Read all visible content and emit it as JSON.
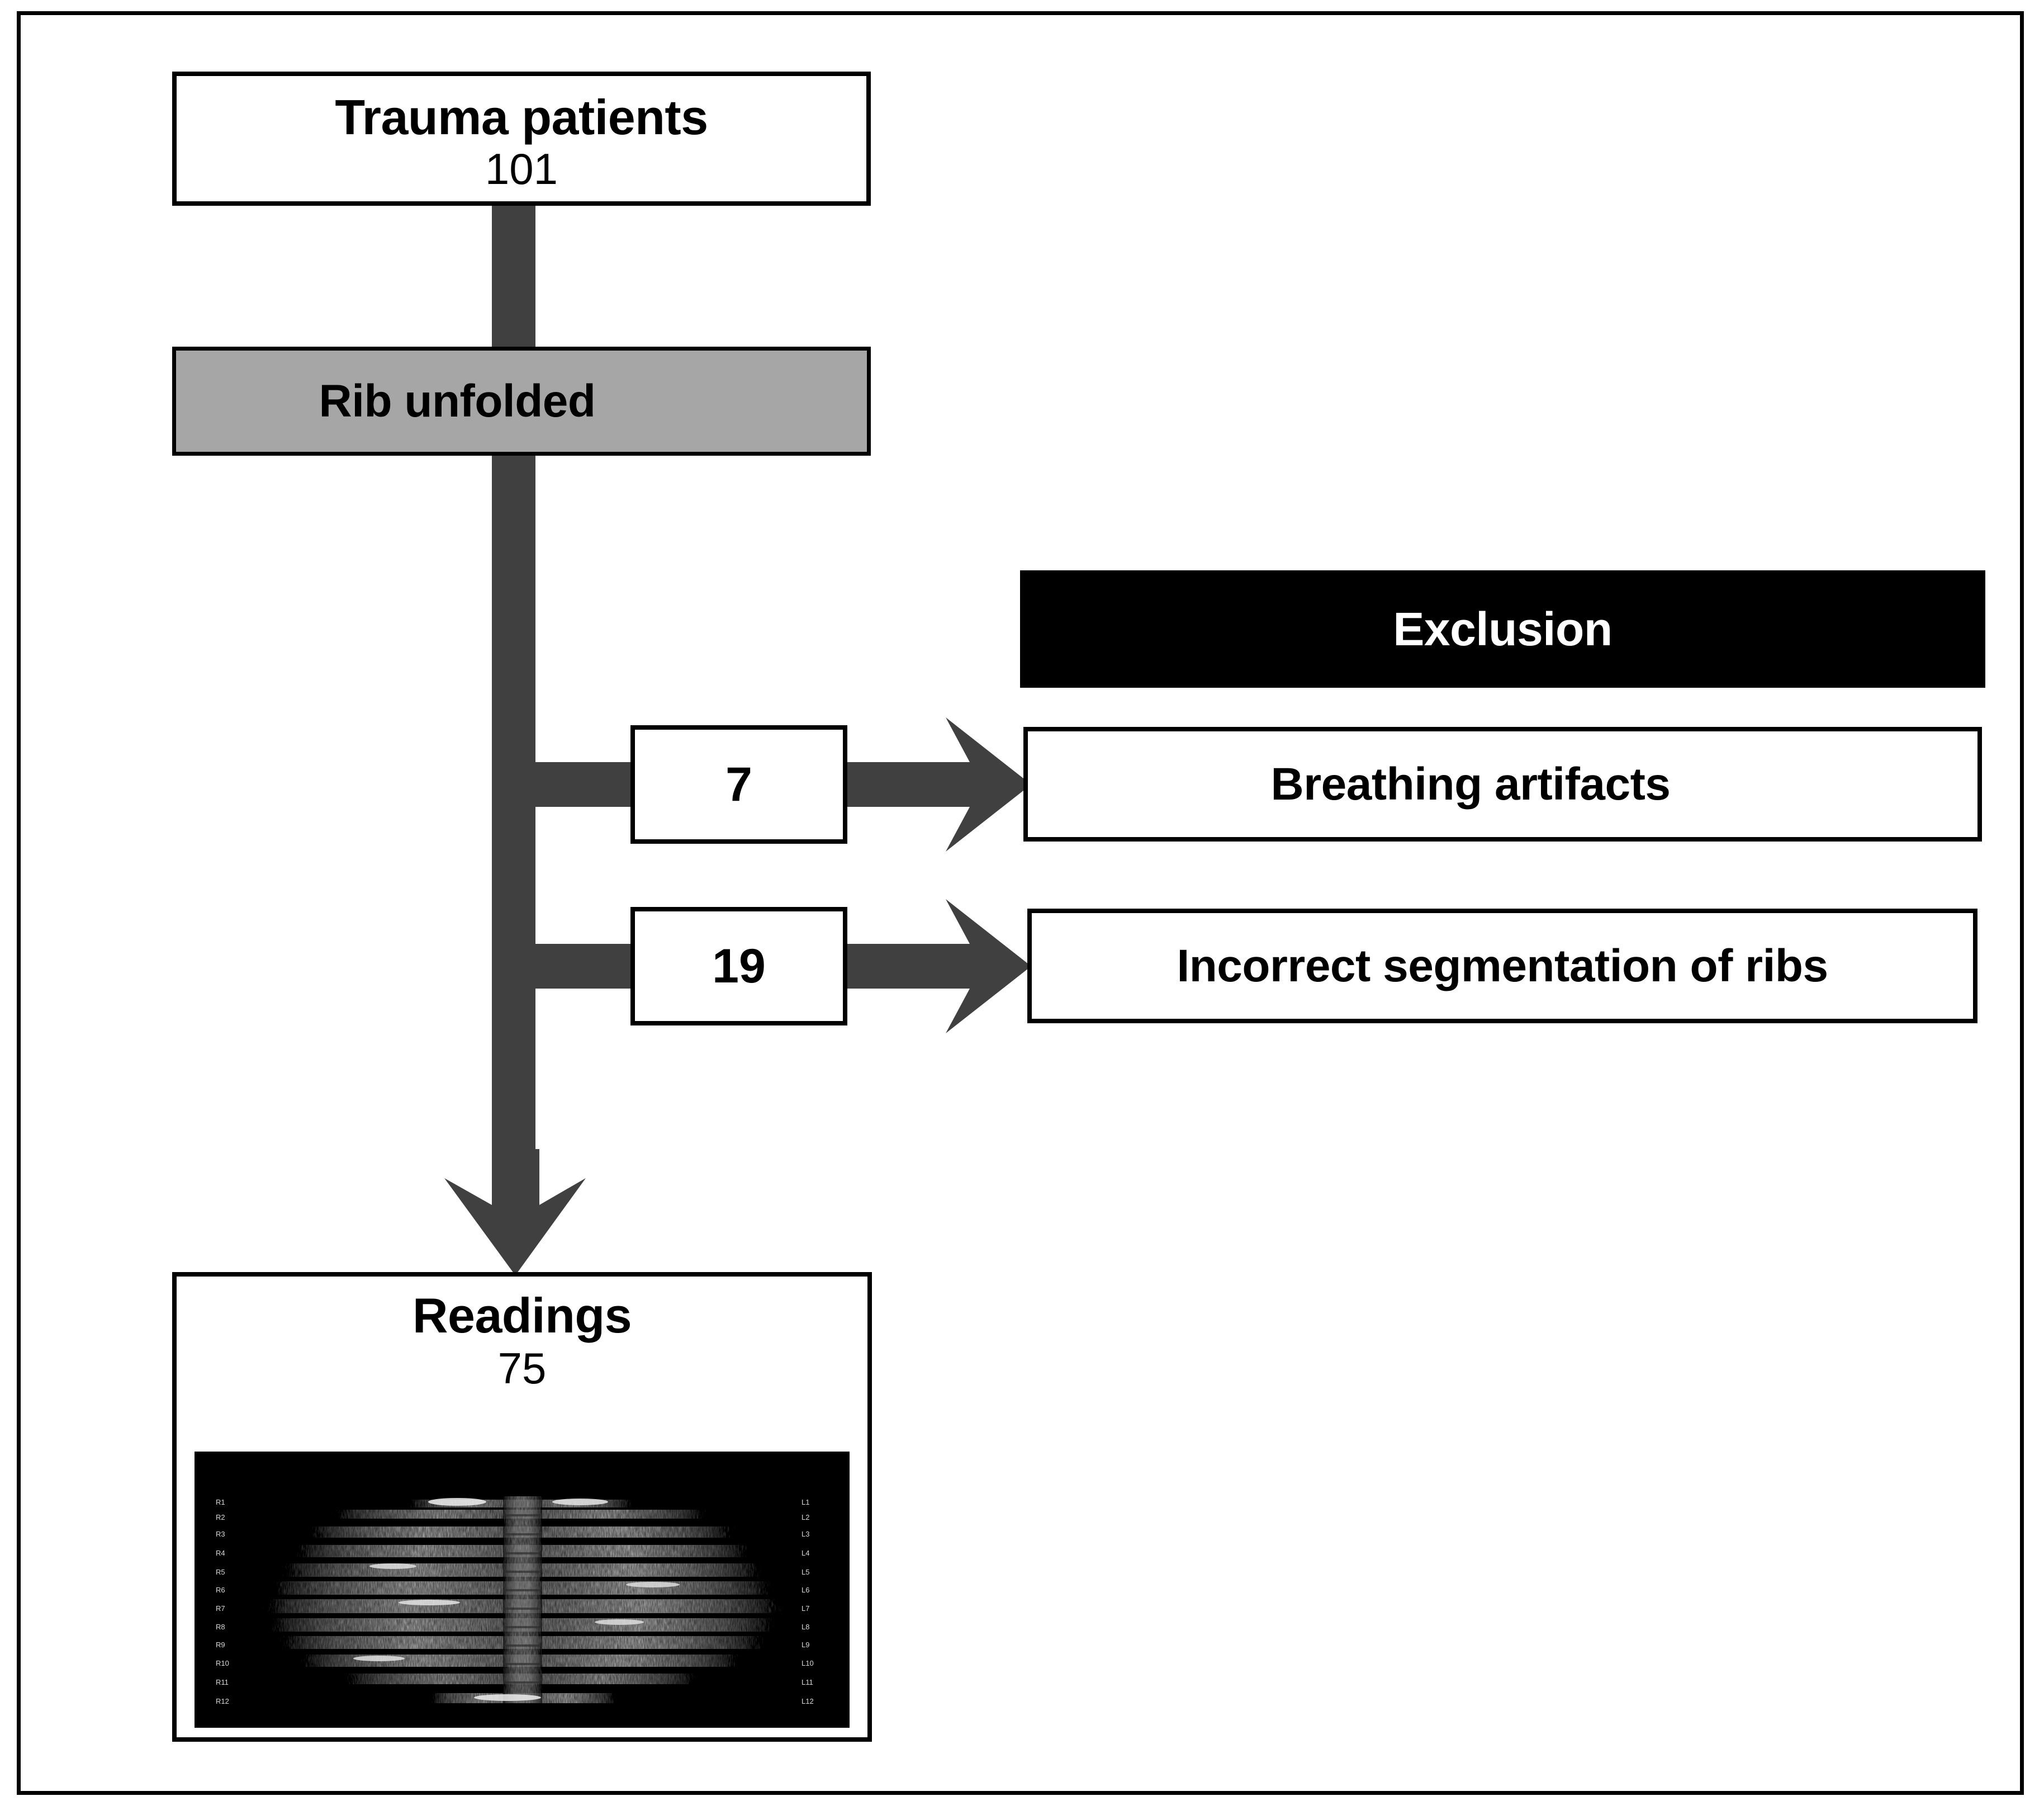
{
  "diagram": {
    "type": "flowchart",
    "title": "Patient inclusion and exclusion flowchart",
    "colors": {
      "box_border": "#000000",
      "box_fill": "#ffffff",
      "process_fill": "#a6a6a6",
      "exclusion_fill": "#000000",
      "exclusion_text": "#ffffff",
      "connector": "#404040",
      "frame": "#000000"
    },
    "nodes": {
      "trauma": {
        "label": "Trauma patients",
        "count": "101"
      },
      "process": {
        "label": "Rib unfolded"
      },
      "exclusion_header": {
        "label": "Exclusion"
      },
      "exclusion_1": {
        "count": "7",
        "label": "Breathing artifacts"
      },
      "exclusion_2": {
        "count": "19",
        "label": "Incorrect segmentation of ribs"
      },
      "readings": {
        "label": "Readings",
        "count": "75"
      }
    },
    "ct_image": {
      "description": "unfolded-rib-ct",
      "left_labels": [
        "R1",
        "R2",
        "R3",
        "R4",
        "R5",
        "R6",
        "R7",
        "R8",
        "R9",
        "R10",
        "R11",
        "R12"
      ],
      "right_labels": [
        "L1",
        "L2",
        "L3",
        "L4",
        "L5",
        "L6",
        "L7",
        "L8",
        "L9",
        "L10",
        "L11",
        "L12"
      ]
    }
  }
}
